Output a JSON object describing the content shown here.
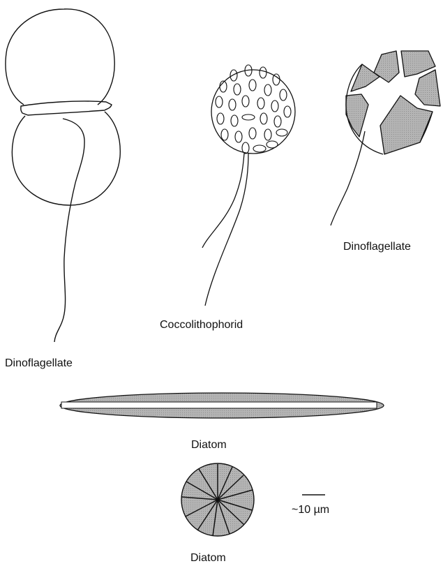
{
  "labels": {
    "dinoflagellate_left": "Dinoflagellate",
    "coccolithophorid": "Coccolithophorid",
    "dinoflagellate_right": "Dinoflagellate",
    "diatom_pennate": "Diatom",
    "diatom_centric": "Diatom",
    "scale_bar": "~10 µm"
  },
  "colors": {
    "outline": "#111111",
    "plate_fill": "#aaaaaa",
    "diatom_fill": "#b0b0b0",
    "background": "#ffffff"
  }
}
